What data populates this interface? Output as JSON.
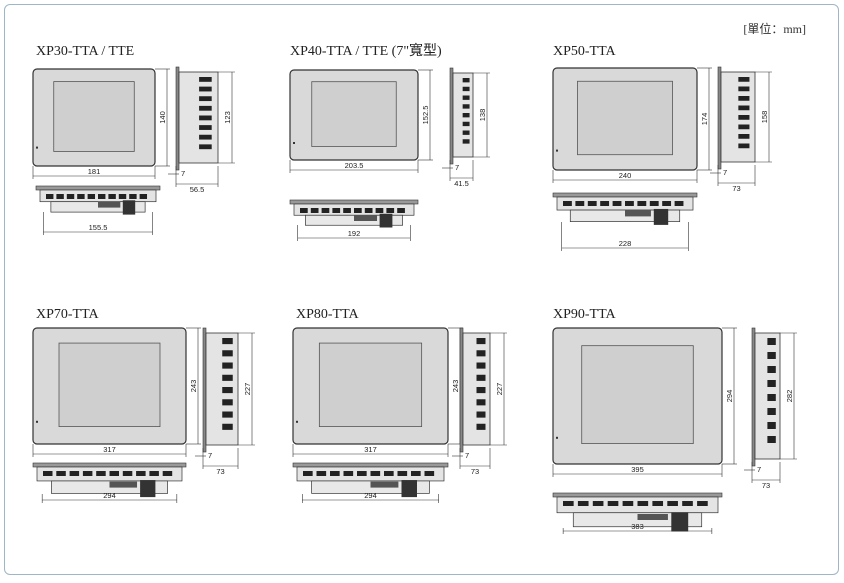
{
  "unit_label": "[單位：mm]",
  "models": [
    {
      "title": "XP30-TTA / TTE",
      "front_width": "181",
      "front_height": "140",
      "side_height": "123",
      "bezel": "7",
      "depth": "56.5",
      "bottom_width": "155.5"
    },
    {
      "title": "XP40-TTA / TTE (7\"寬型)",
      "front_width": "203.5",
      "front_height": "152.5",
      "side_height": "138",
      "bezel": "7",
      "depth": "41.5",
      "bottom_width": "192"
    },
    {
      "title": "XP50-TTA",
      "front_width": "240",
      "front_height": "174",
      "side_height": "158",
      "bezel": "7",
      "depth": "73",
      "bottom_width": "228"
    },
    {
      "title": "XP70-TTA",
      "front_width": "317",
      "front_height": "243",
      "side_height": "227",
      "bezel": "7",
      "depth": "73",
      "bottom_width": "294"
    },
    {
      "title": "XP80-TTA",
      "front_width": "317",
      "front_height": "243",
      "side_height": "227",
      "bezel": "7",
      "depth": "73",
      "bottom_width": "294"
    },
    {
      "title": "XP90-TTA",
      "front_width": "395",
      "front_height": "294",
      "side_height": "282",
      "bezel": "7",
      "depth": "73",
      "bottom_width": "383"
    }
  ]
}
